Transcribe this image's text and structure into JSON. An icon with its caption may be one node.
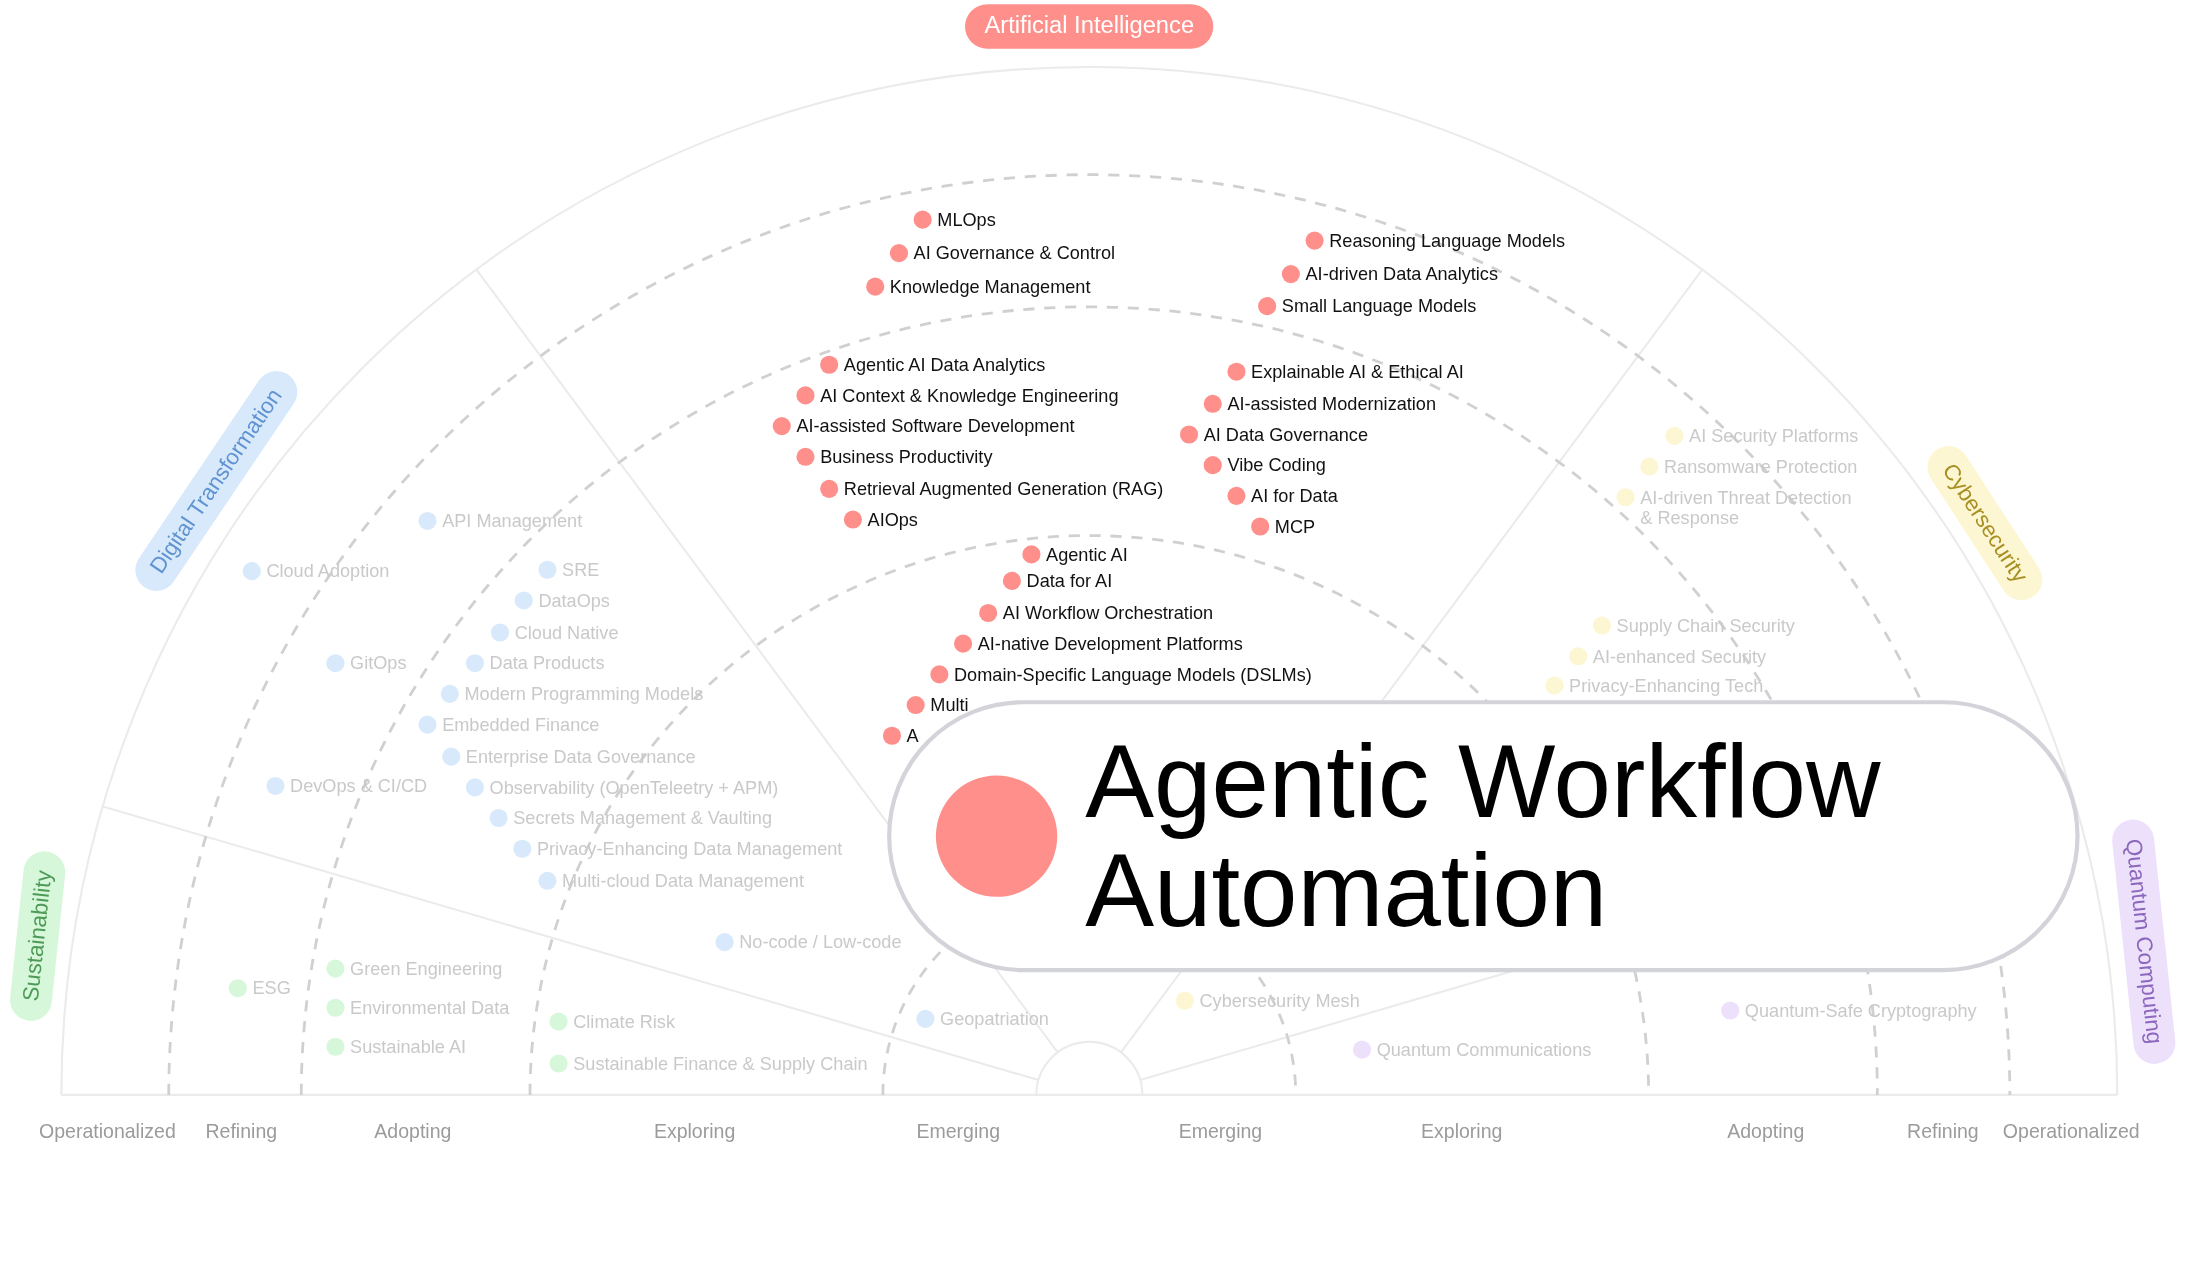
{
  "diagram": {
    "nodes": [
      {
        "text": [
          "Artificial Intelligence"
        ]
      },
      {
        "text": [
          "Digital Transformation"
        ]
      },
      {
        "text": [
          "Cybersecurity"
        ]
      },
      {
        "text": [
          "Sustainability"
        ]
      },
      {
        "text": [
          "Quantum Computing"
        ]
      },
      {
        "text": [
          "Agentic Workflow Automation"
        ]
      }
    ],
    "labels": [
      "MLOps",
      "AI Governance & Control",
      "Knowledge Management",
      "Reasoning Language Models",
      "AI-driven Data Analytics",
      "Small Language Models",
      "Agentic AI Data Analytics",
      "AI Context & Knowledge Engineering",
      "AI-assisted Software Development",
      "Business Productivity",
      "Retrieval Augmented Generation (RAG)",
      "AIOps",
      "Explainable AI & Ethical AI",
      "AI-assisted Modernization",
      "AI Data Governance",
      "Vibe Coding",
      "AI for Data",
      "MCP",
      "Agentic AI",
      "Data for AI",
      "AI Workflow Orchestration",
      "AI-native Development Platforms",
      "Domain-Specific Language Models (DSLMs)",
      "Multi",
      "A",
      "AI Security Platforms",
      "Ransomware Protection",
      "AI-driven Threat Detection & Response",
      "API Management",
      "Cloud Adoption",
      "SRE",
      "DataOps",
      "Cloud Native",
      "GitOps",
      "Data Products",
      "Modern Programming Models",
      "Embedded Finance",
      "Enterprise Data Governance",
      "DevOps & CI/CD",
      "Observability (OpenTeleetry + APM)",
      "Secrets Management & Vaulting",
      "Privacy-Enhancing Data Management",
      "Multi-cloud Data Management",
      "Supply Chain Security",
      "AI-enhanced Security",
      "Privacy-Enhancing Tech",
      "No-code / Low-code",
      "ESG",
      "Green Engineering",
      "Environmental Data",
      "Sustainable AI",
      "Climate Risk",
      "Geopatriation",
      "Cybersecurity Mesh",
      "Quantum-Safe Cryptography",
      "Quantum Communications",
      "Sustainable Finance & Supply Chain",
      "Operationalized",
      "Refining",
      "Adopting",
      "Exploring",
      "Emerging",
      "Emerging",
      "Exploring",
      "Adopting",
      "Refining",
      "Operationalized"
    ]
  }
}
